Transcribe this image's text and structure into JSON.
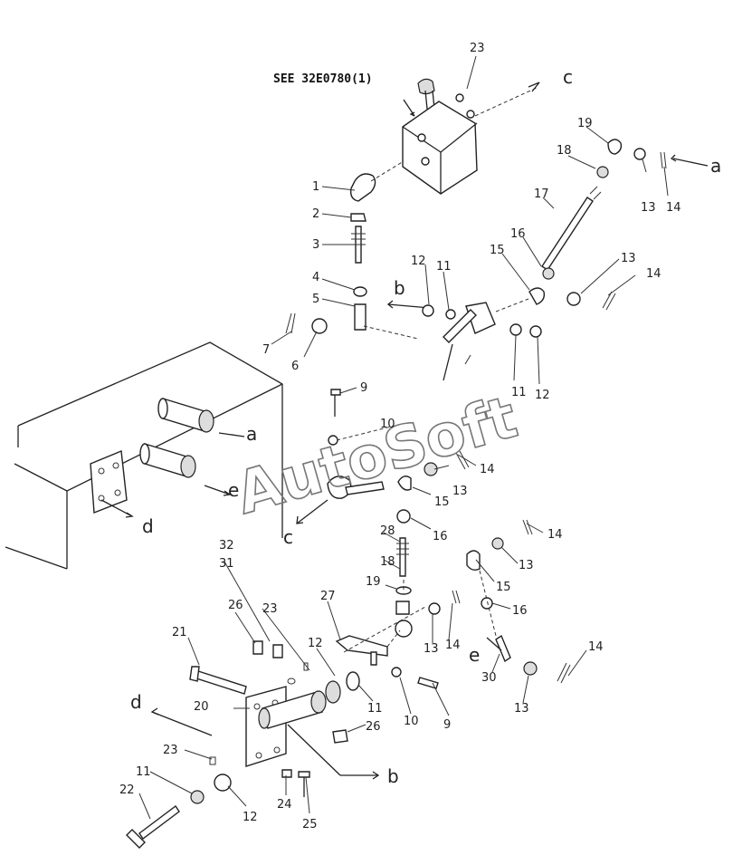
{
  "reference": "SEE 32E0780(1)",
  "watermark": "AutoSoft",
  "callouts": [
    {
      "id": "23"
    },
    {
      "id": "c"
    },
    {
      "id": "19"
    },
    {
      "id": "18"
    },
    {
      "id": "13"
    },
    {
      "id": "14"
    },
    {
      "id": "a"
    },
    {
      "id": "1"
    },
    {
      "id": "17"
    },
    {
      "id": "2"
    },
    {
      "id": "3"
    },
    {
      "id": "16"
    },
    {
      "id": "15"
    },
    {
      "id": "13"
    },
    {
      "id": "14"
    },
    {
      "id": "12"
    },
    {
      "id": "11"
    },
    {
      "id": "4"
    },
    {
      "id": "b"
    },
    {
      "id": "5"
    },
    {
      "id": "7"
    },
    {
      "id": "6"
    },
    {
      "id": "11"
    },
    {
      "id": "12"
    },
    {
      "id": "9"
    },
    {
      "id": "10"
    },
    {
      "id": "a"
    },
    {
      "id": "14"
    },
    {
      "id": "13"
    },
    {
      "id": "e"
    },
    {
      "id": "15"
    },
    {
      "id": "d"
    },
    {
      "id": "c"
    },
    {
      "id": "16"
    },
    {
      "id": "14"
    },
    {
      "id": "28"
    },
    {
      "id": "32"
    },
    {
      "id": "13"
    },
    {
      "id": "31"
    },
    {
      "id": "18"
    },
    {
      "id": "15"
    },
    {
      "id": "27"
    },
    {
      "id": "19"
    },
    {
      "id": "16"
    },
    {
      "id": "26"
    },
    {
      "id": "23"
    },
    {
      "id": "13"
    },
    {
      "id": "14"
    },
    {
      "id": "14"
    },
    {
      "id": "21"
    },
    {
      "id": "12"
    },
    {
      "id": "e"
    },
    {
      "id": "11"
    },
    {
      "id": "30"
    },
    {
      "id": "13"
    },
    {
      "id": "10"
    },
    {
      "id": "9"
    },
    {
      "id": "d"
    },
    {
      "id": "20"
    },
    {
      "id": "26"
    },
    {
      "id": "23"
    },
    {
      "id": "b"
    },
    {
      "id": "11"
    },
    {
      "id": "22"
    },
    {
      "id": "24"
    },
    {
      "id": "12"
    },
    {
      "id": "25"
    }
  ]
}
